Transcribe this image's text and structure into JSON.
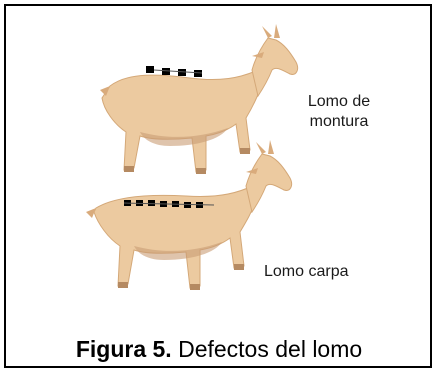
{
  "figure": {
    "label_top": "Lomo de montura",
    "label_top_line1": "Lomo de",
    "label_top_line2": "montura",
    "label_bottom": "Lomo carpa",
    "caption_prefix": "Figura 5.",
    "caption_text": " Defectos del lomo"
  },
  "colors": {
    "goat_body": "#eccaa0",
    "goat_shadow": "#d9ab7c",
    "marker": "#000000"
  },
  "icons": {
    "top": "goat-saddle-back-illustration",
    "bottom": "goat-carp-back-illustration"
  }
}
